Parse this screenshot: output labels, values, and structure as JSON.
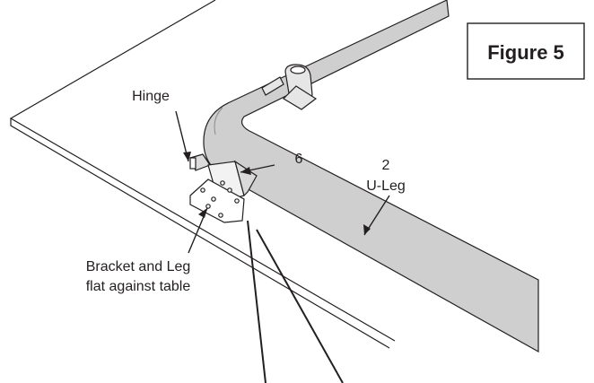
{
  "figure": {
    "title": "Figure 5"
  },
  "labels": {
    "hinge": "Hinge",
    "part_number_six": "6",
    "part_number_two": "2",
    "u_leg": "U-Leg",
    "bracket_line1": "Bracket and Leg",
    "bracket_line2": "flat against table"
  },
  "colors": {
    "line": "#231f20",
    "leg_fill": "#cfcfcf",
    "background": "#ffffff"
  }
}
